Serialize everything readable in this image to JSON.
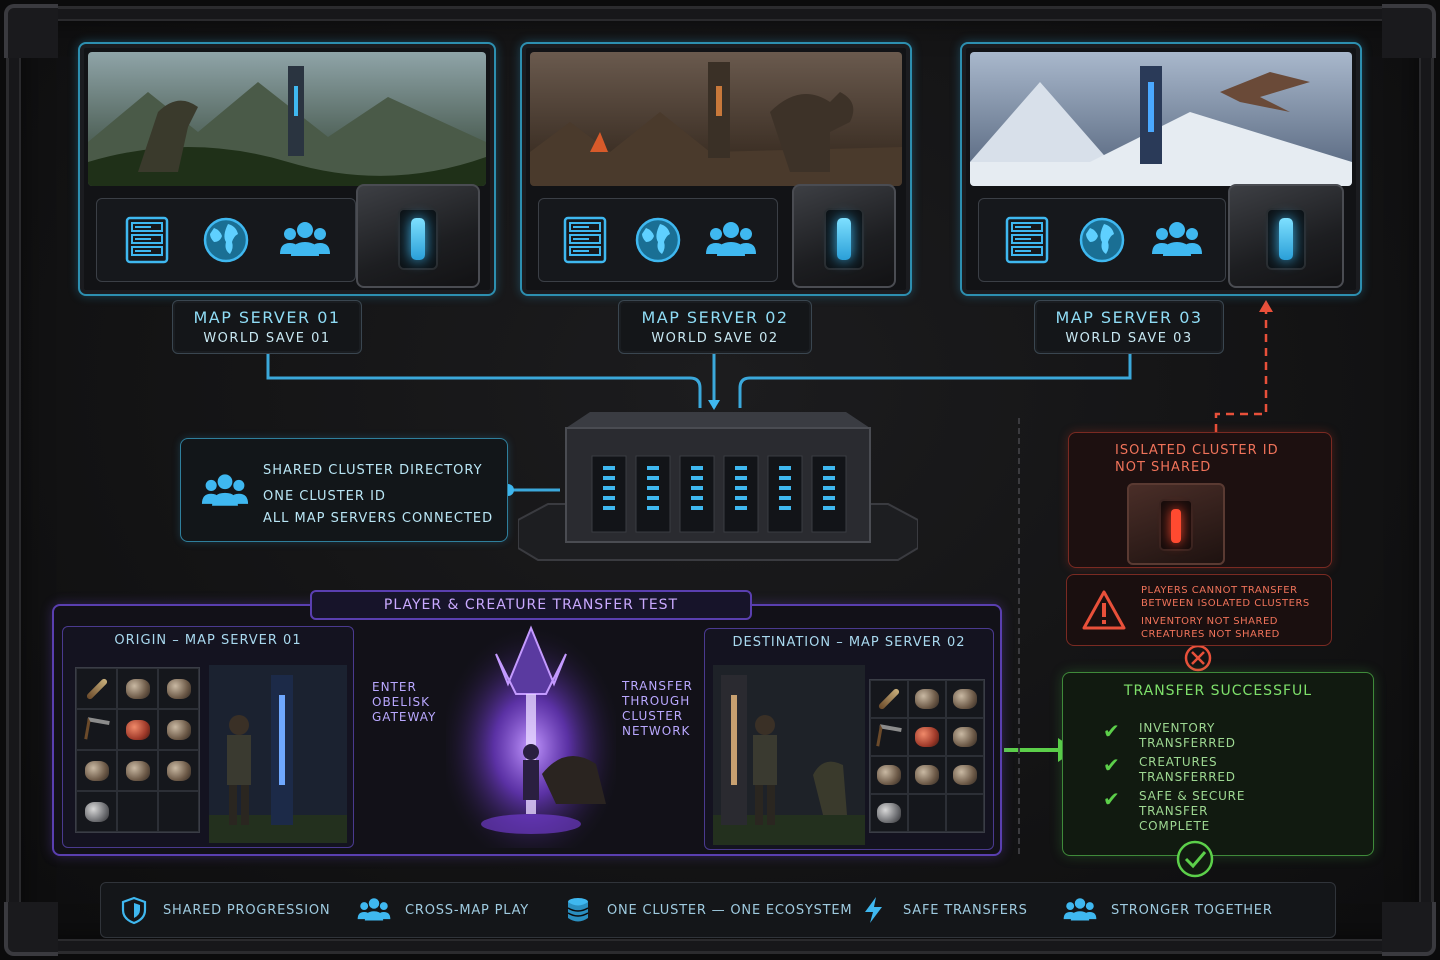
{
  "colors": {
    "cyan_accent": "#3fb8f0",
    "purple_accent": "#8a5cff",
    "red_alert": "#e8503a",
    "green_success": "#5ccf4a",
    "background": "#131314"
  },
  "maps": [
    {
      "name": "MAP SERVER 01",
      "save": "WORLD SAVE 01",
      "biome": "jungle",
      "creature": "raptor"
    },
    {
      "name": "MAP SERVER 02",
      "save": "WORLD SAVE 02",
      "biome": "volcanic",
      "creature": "t-rex"
    },
    {
      "name": "MAP SERVER 03",
      "save": "WORLD SAVE 03",
      "biome": "snow",
      "creature": "pteranodon"
    }
  ],
  "map_icons": [
    "server-rack-icon",
    "globe-icon",
    "players-icon"
  ],
  "shared_directory": {
    "title": "SHARED CLUSTER DIRECTORY",
    "line2": "ONE CLUSTER ID",
    "line3": "ALL MAP SERVERS CONNECTED"
  },
  "transfer_test": {
    "title": "PLAYER & CREATURE TRANSFER TEST",
    "origin_title": "ORIGIN – MAP SERVER 01",
    "destination_title": "DESTINATION – MAP SERVER 02",
    "step1": [
      "ENTER",
      "OBELISK",
      "GATEWAY"
    ],
    "step2": [
      "TRANSFER",
      "THROUGH",
      "CLUSTER",
      "NETWORK"
    ]
  },
  "isolated": {
    "line1": "ISOLATED CLUSTER ID",
    "line2": "NOT SHARED",
    "warning1": "PLAYERS CANNOT TRANSFER",
    "warning2": "BETWEEN ISOLATED CLUSTERS",
    "warning3": "INVENTORY NOT SHARED",
    "warning4": "CREATURES NOT SHARED"
  },
  "success": {
    "title": "TRANSFER SUCCESSFUL",
    "items": [
      [
        "INVENTORY",
        "TRANSFERRED"
      ],
      [
        "CREATURES",
        "TRANSFERRED"
      ],
      [
        "SAFE & SECURE",
        "TRANSFER",
        "COMPLETE"
      ]
    ]
  },
  "footer": [
    {
      "label": "SHARED PROGRESSION",
      "icon": "shield-icon"
    },
    {
      "label": "CROSS-MAP PLAY",
      "icon": "players-icon"
    },
    {
      "label": "ONE CLUSTER — ONE ECOSYSTEM",
      "icon": "database-icon"
    },
    {
      "label": "SAFE TRANSFERS",
      "icon": "lightning-icon"
    },
    {
      "label": "STRONGER TOGETHER",
      "icon": "players-icon"
    }
  ]
}
